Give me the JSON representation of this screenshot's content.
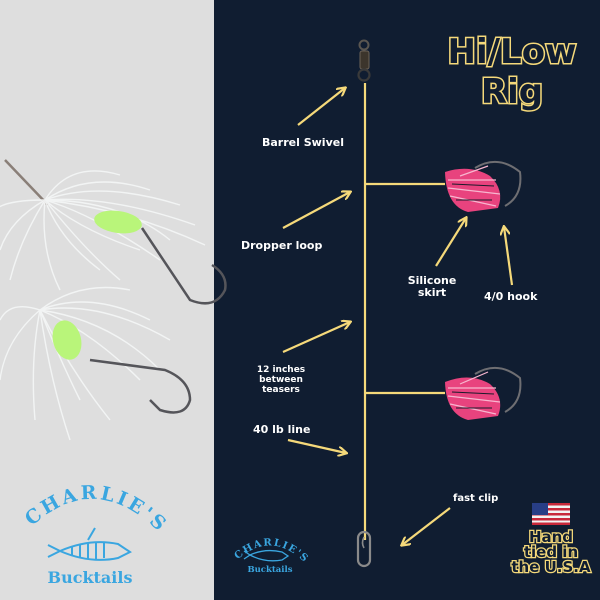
{
  "title": {
    "line1": "Hi/Low",
    "line2": "Rig"
  },
  "labels": {
    "barrel_swivel": "Barrel Swivel",
    "dropper_loop": "Dropper loop",
    "silicone_skirt_line1": "Silicone",
    "silicone_skirt_line2": "skirt",
    "hook": "4/0 hook",
    "spacing_line1": "12 inches",
    "spacing_line2": "between",
    "spacing_line3": "teasers",
    "line_weight": "40 lb line",
    "fast_clip": "fast clip"
  },
  "badge": {
    "flag_icon": "us-flag-icon",
    "line1": "Hand",
    "line2": "tied in",
    "line3": "the U.S.A"
  },
  "brand": {
    "arc_text": "CHARLIE'S",
    "subtitle": "Bucktails",
    "logo_icon": "skeleton-fish-icon"
  },
  "colors": {
    "navy_bg": "#101d31",
    "gray_bg": "#dedede",
    "accent_yellow": "#f5d97a",
    "brand_blue": "#3aa6e0",
    "skirt_pink": "#e8437e",
    "glow_green": "#b9f57a"
  }
}
